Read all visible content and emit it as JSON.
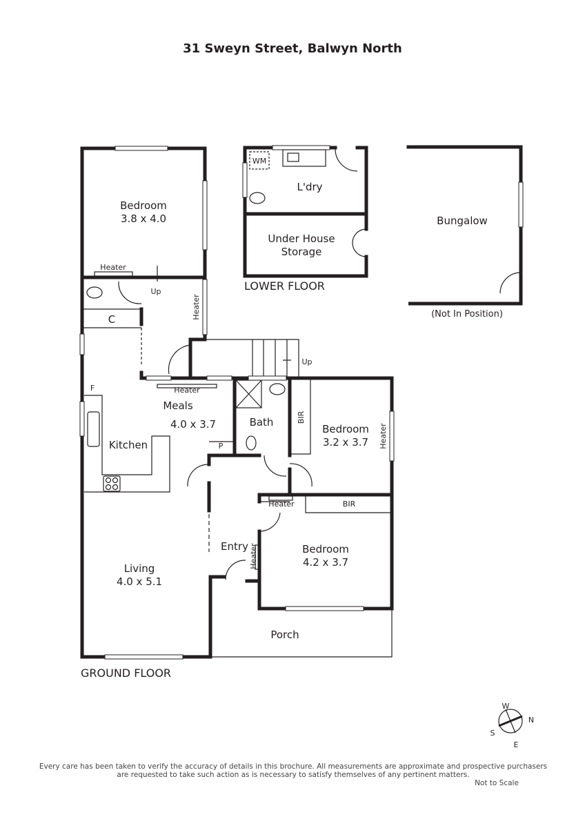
{
  "title": "31 Sweyn Street, Balwyn North",
  "rooms": {
    "bedroom1": {
      "name": "Bedroom",
      "size": "3.8 x 4.0"
    },
    "bedroom2": {
      "name": "Bedroom",
      "size": "3.2 x 3.7"
    },
    "bedroom3": {
      "name": "Bedroom",
      "size": "4.2 x 3.7"
    },
    "meals": {
      "name": "Meals",
      "size": "4.0 x 3.7"
    },
    "living": {
      "name": "Living",
      "size": "4.0 x 5.1"
    },
    "kitchen": "Kitchen",
    "bath": "Bath",
    "entry": "Entry",
    "porch": "Porch",
    "laundry": "L'dry",
    "storage_line1": "Under House",
    "storage_line2": "Storage",
    "bungalow": "Bungalow"
  },
  "labels": {
    "heater": "Heater",
    "up": "Up",
    "closet": "C",
    "fridge": "F",
    "pantry": "P",
    "bir": "BIR",
    "wm": "WM"
  },
  "floors": {
    "ground": "GROUND FLOOR",
    "lower": "LOWER FLOOR",
    "bungalow_note": "(Not In Position)"
  },
  "compass": {
    "n": "N",
    "s": "S",
    "e": "E",
    "w": "W"
  },
  "disclaimer_line1": "Every care has been taken to verify the accuracy of details in this brochure. All measurements are approximate and prospective purchasers",
  "disclaimer_line2": "are requested to take such action as is necessary to satisfy themselves of any pertinent matters.",
  "scale_note": "Not to Scale"
}
